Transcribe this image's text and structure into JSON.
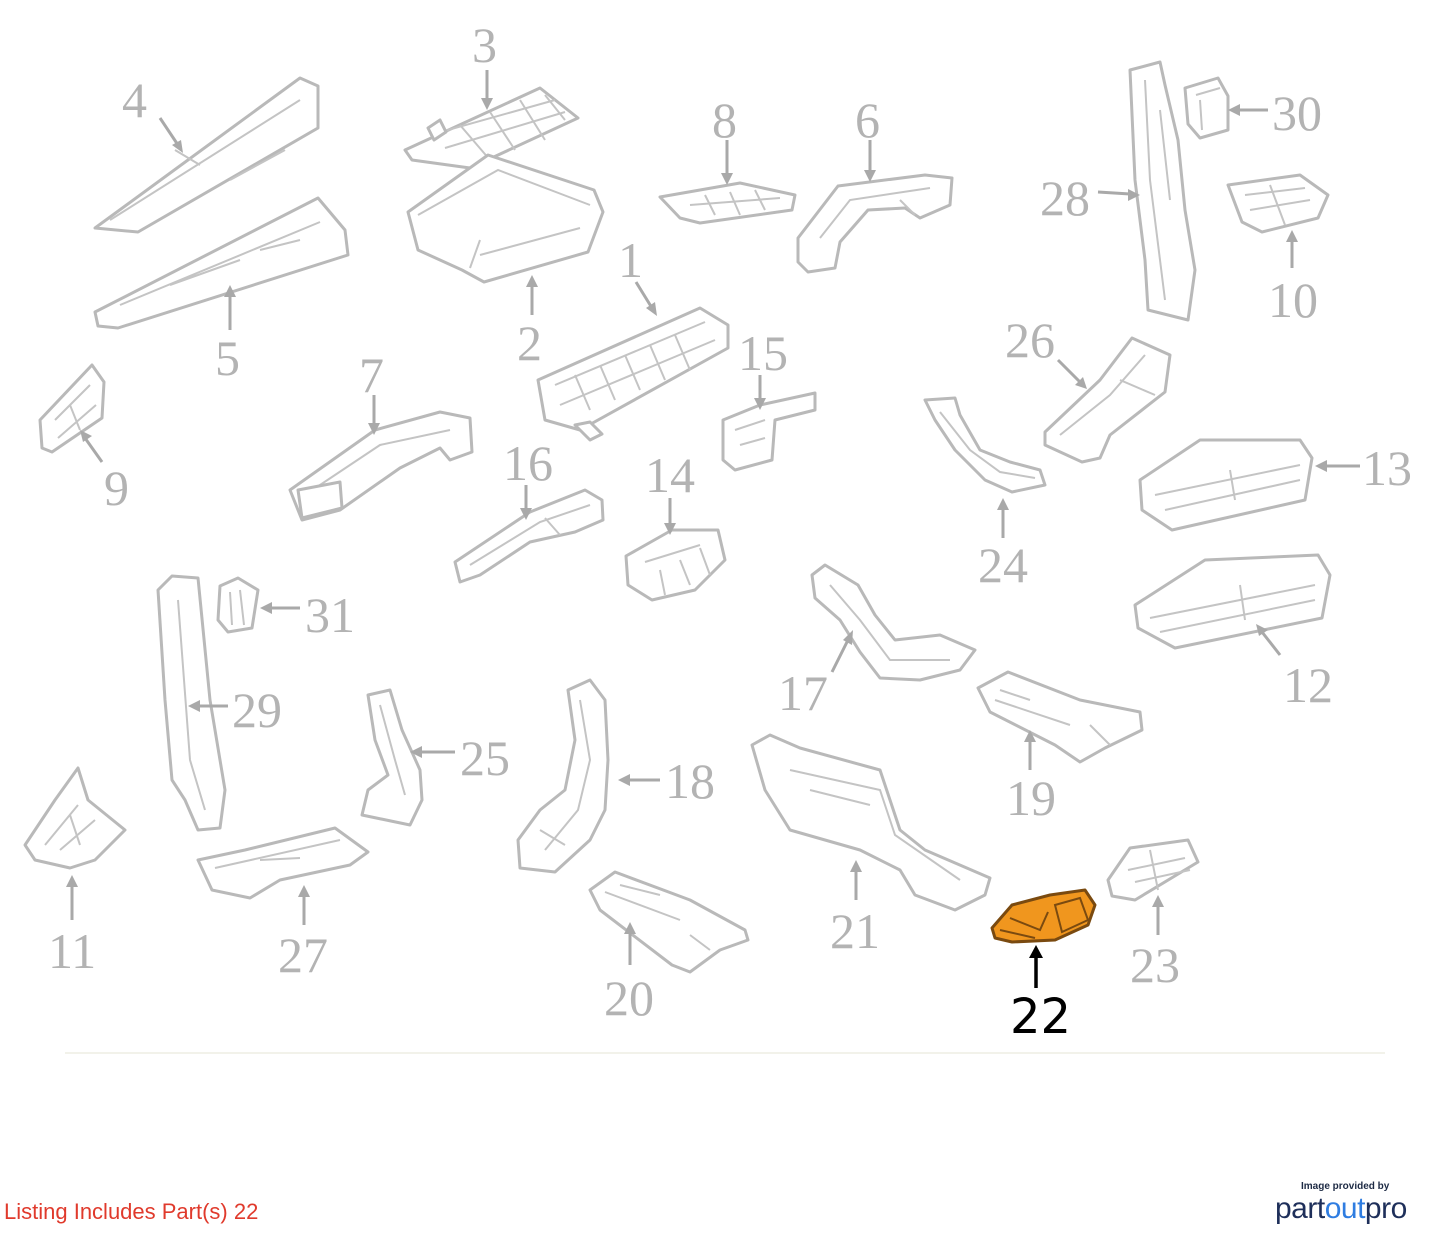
{
  "diagram": {
    "callouts": {
      "c1": "1",
      "c2": "2",
      "c3": "3",
      "c4": "4",
      "c5": "5",
      "c6": "6",
      "c7": "7",
      "c8": "8",
      "c9": "9",
      "c10": "10",
      "c11": "11",
      "c12": "12",
      "c13": "13",
      "c14": "14",
      "c15": "15",
      "c16": "16",
      "c17": "17",
      "c18": "18",
      "c19": "19",
      "c20": "20",
      "c21": "21",
      "c22": "22",
      "c23": "23",
      "c24": "24",
      "c25": "25",
      "c26": "26",
      "c27": "27",
      "c28": "28",
      "c29": "29",
      "c30": "30",
      "c31": "31"
    },
    "highlighted_part": "22",
    "colors": {
      "highlight": "#f0961e",
      "parts": "#b9b9b9",
      "callouts": "#b3b3b3"
    }
  },
  "footer": {
    "listing_note": "Listing Includes Part(s) 22",
    "brand_caption": "Image provided by",
    "brand_name_part1": "part",
    "brand_name_part2": "out",
    "brand_name_part3": "pro"
  }
}
